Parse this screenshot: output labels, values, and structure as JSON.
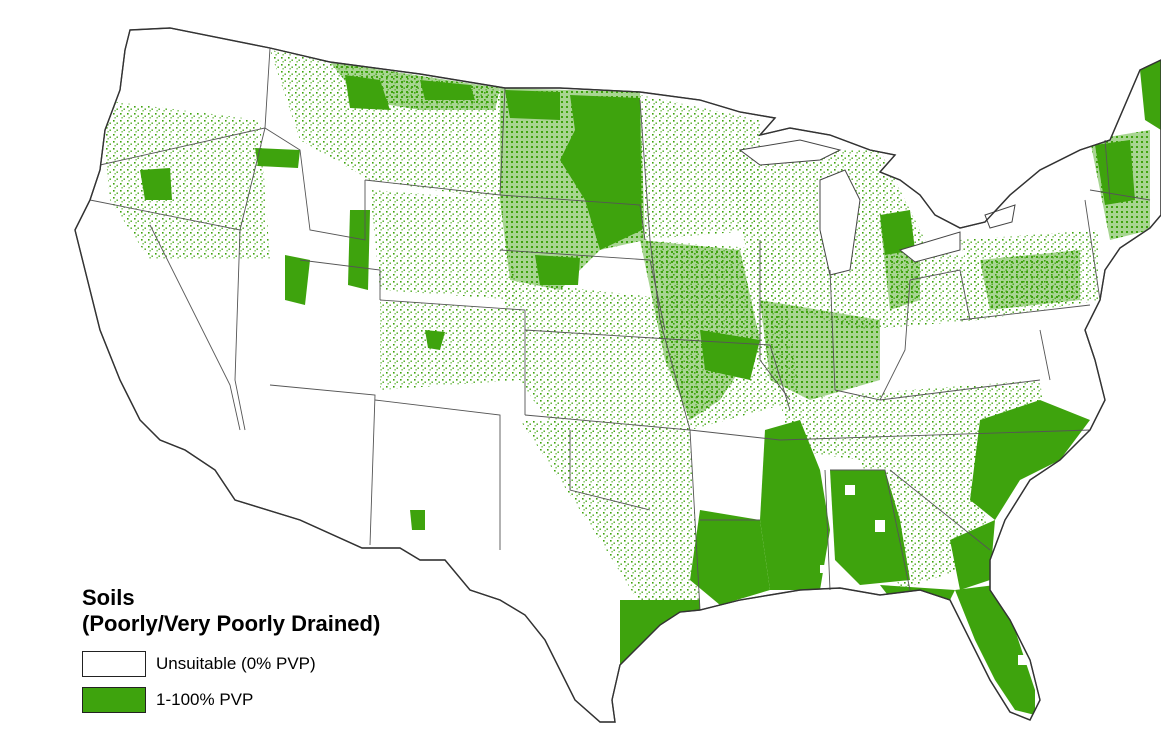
{
  "legend": {
    "title_line1": "Soils",
    "title_line2": "(Poorly/Very Poorly Drained)",
    "items": [
      {
        "label": "Unsuitable (0% PVP)",
        "color": "#ffffff"
      },
      {
        "label": "1-100% PVP",
        "color": "#3ea30d"
      }
    ]
  },
  "colors": {
    "suitable": "#3ea30d",
    "unsuitable": "#ffffff",
    "boundary": "#555555"
  }
}
